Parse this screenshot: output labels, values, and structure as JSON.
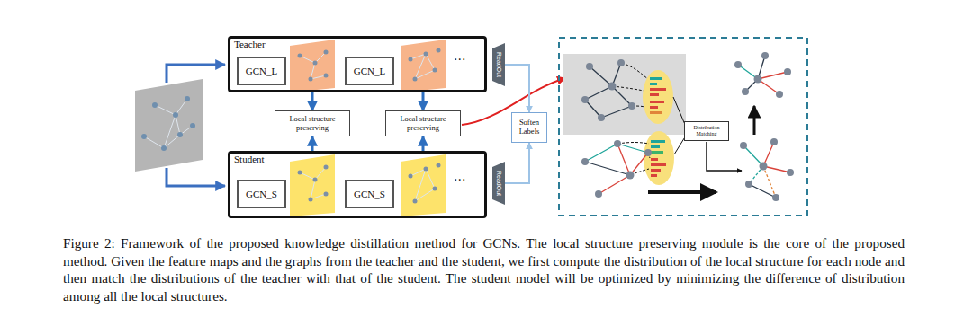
{
  "diagram": {
    "caption": "Figure 2: Framework of the proposed knowledge distillation method for GCNs. The local structure preserving module is the core of the proposed method. Given the feature maps and the graphs from the teacher and the student, we first compute the distribution of the local structure for each node and then match the distributions of the teacher with that of the student. The student model will be optimized by minimizing the difference of distribution among all the local structures.",
    "nodes": [
      {
        "text": [
          "Teacher"
        ]
      },
      {
        "text": [
          "GCN_L"
        ],
        "in": 0
      },
      {
        "text": [
          "GCN_L"
        ],
        "in": 0
      },
      {
        "text": [
          "ReadOut"
        ]
      },
      {
        "text": [
          "Local structure preserving"
        ]
      },
      {
        "text": [
          "Local structure preserving"
        ]
      },
      {
        "text": [
          "Soften Labels"
        ]
      },
      {
        "text": [
          "Distribution Matching"
        ]
      },
      {
        "text": [
          "Student"
        ]
      },
      {
        "text": [
          "GCN_S"
        ],
        "in": 8
      },
      {
        "text": [
          "GCN_S"
        ],
        "in": 8
      },
      {
        "text": [
          "ReadOut"
        ]
      }
    ],
    "edges": [
      {
        "from": 0,
        "to": 4,
        "arrow": "to"
      },
      {
        "from": 8,
        "to": 4,
        "arrow": "to"
      },
      {
        "from": 0,
        "to": 5,
        "arrow": "to"
      },
      {
        "from": 8,
        "to": 5,
        "arrow": "to"
      },
      {
        "from": 3,
        "to": 6,
        "arrow": "to"
      },
      {
        "from": 11,
        "to": 6,
        "arrow": "to"
      }
    ],
    "labels": [
      "···",
      "···"
    ]
  }
}
